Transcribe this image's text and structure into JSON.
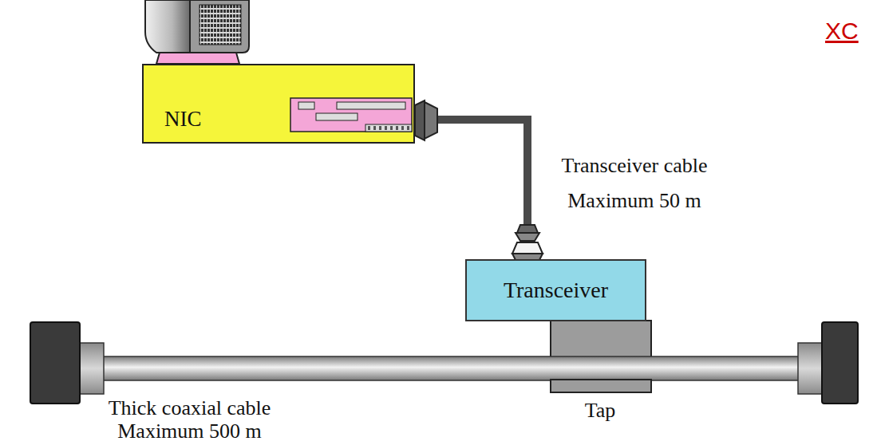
{
  "diagram": {
    "nodes": [
      {
        "text": [
          "NIC"
        ]
      },
      {
        "text": [
          "Transceiver"
        ]
      }
    ],
    "edges": [
      {
        "from": 0,
        "to": 1,
        "arrow": "none",
        "label": "Transceiver cable Maximum 50 m"
      }
    ],
    "labels": [
      "XC",
      "Thick coaxial cable Maximum 500 m",
      "Tap"
    ]
  }
}
